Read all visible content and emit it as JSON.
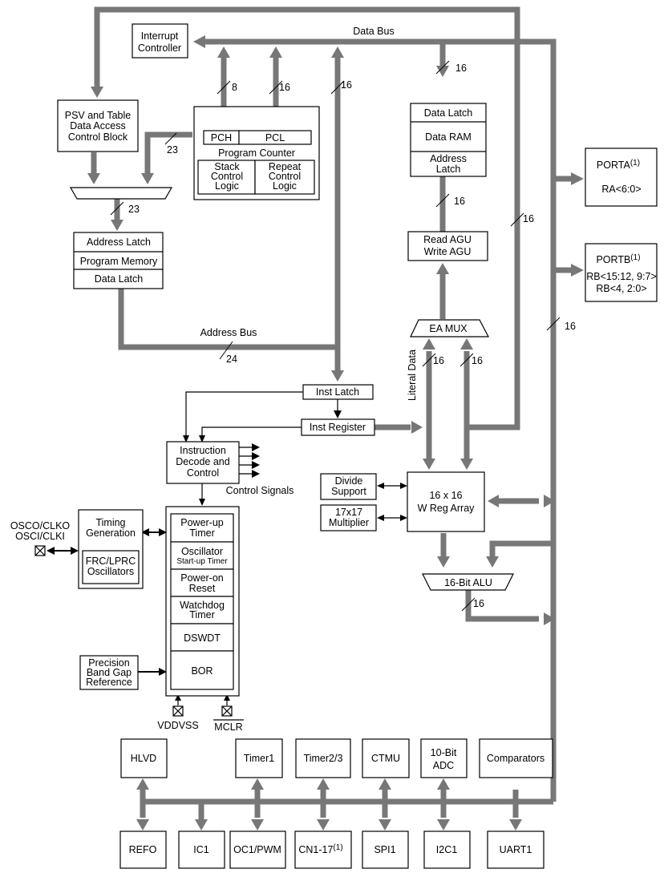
{
  "buses": {
    "data_bus": "Data Bus",
    "address_bus": "Address Bus",
    "literal_data": "Literal Data",
    "control_signals": "Control Signals"
  },
  "widths": {
    "w8": "8",
    "w16": "16",
    "w23": "23",
    "w24": "24"
  },
  "blocks": {
    "interrupt_controller": [
      "Interrupt",
      "Controller"
    ],
    "psv": [
      "PSV and Table",
      "Data Access",
      "Control Block"
    ],
    "pch": "PCH",
    "pcl": "PCL",
    "program_counter": "Program Counter",
    "stack_control": [
      "Stack",
      "Control",
      "Logic"
    ],
    "repeat_control": [
      "Repeat",
      "Control",
      "Logic"
    ],
    "address_latch": "Address Latch",
    "program_memory": "Program Memory",
    "data_latch": "Data Latch",
    "data_latch_top": "Data Latch",
    "data_ram": "Data RAM",
    "address_latch_ram": [
      "Address",
      "Latch"
    ],
    "read_agu": "Read AGU",
    "write_agu": "Write AGU",
    "ea_mux": "EA MUX",
    "inst_latch": "Inst Latch",
    "inst_register": "Inst Register",
    "instruction_decode": [
      "Instruction",
      "Decode and",
      "Control"
    ],
    "divide_support": [
      "Divide",
      "Support"
    ],
    "multiplier": [
      "17x17",
      "Multiplier"
    ],
    "w_reg_array": [
      "16 x 16",
      "W Reg Array"
    ],
    "alu": "16-Bit ALU",
    "timing_generation": [
      "Timing",
      "Generation"
    ],
    "frc_lprc": [
      "FRC/LPRC",
      "Oscillators"
    ],
    "osc_pins": [
      "OSCO/CLKO",
      "OSCI/CLKI"
    ],
    "power_up_timer": [
      "Power-up",
      "Timer"
    ],
    "oscillator": "Oscillator",
    "startup_timer": "Start-up Timer",
    "power_on_reset": [
      "Power-on",
      "Reset"
    ],
    "watchdog_timer": [
      "Watchdog",
      "Timer"
    ],
    "dswdt": "DSWDT",
    "bor": "BOR",
    "precision_band_gap": [
      "Precision",
      "Band Gap",
      "Reference"
    ],
    "vdd_vss": "VDDVSS",
    "mclr": "MCLR",
    "porta": "PORTA",
    "porta_note": "(1)",
    "porta_pins": "RA<6:0>",
    "portb": "PORTB",
    "portb_note": "(1)",
    "portb_pins": [
      "RB<15:12, 9:7>",
      "RB<4, 2:0>"
    ]
  },
  "peripherals_top": [
    "HLVD",
    "Timer1",
    "Timer2/3",
    "CTMU",
    "10-Bit ADC",
    "Comparators"
  ],
  "peripherals_bottom": [
    "REFO",
    "IC1",
    "OC1/PWM",
    "CN1-17",
    "SPI1",
    "I2C1",
    "UART1"
  ],
  "cn_note": "(1)"
}
